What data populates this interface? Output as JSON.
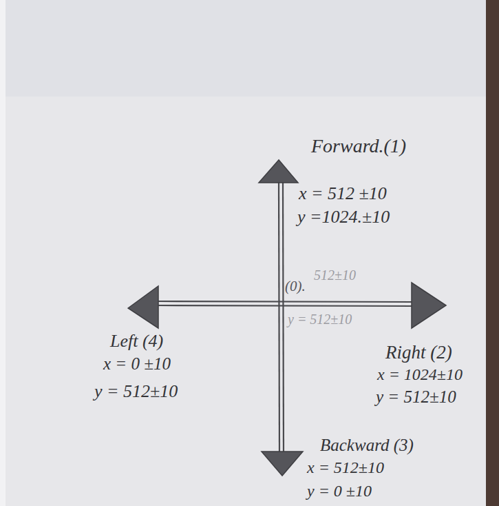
{
  "diagram": {
    "labels": [
      "Forward.(1)",
      "x = 512 ±10",
      "y =1024.±10",
      "(0).",
      "512±10",
      "y = 512±10",
      "Left (4)",
      "x = 0 ±10",
      "y = 512±10",
      "Right (2)",
      "x = 1024±10",
      "y = 512±10",
      "Backward (3)",
      "x = 512±10",
      "y = 0 ±10"
    ]
  }
}
